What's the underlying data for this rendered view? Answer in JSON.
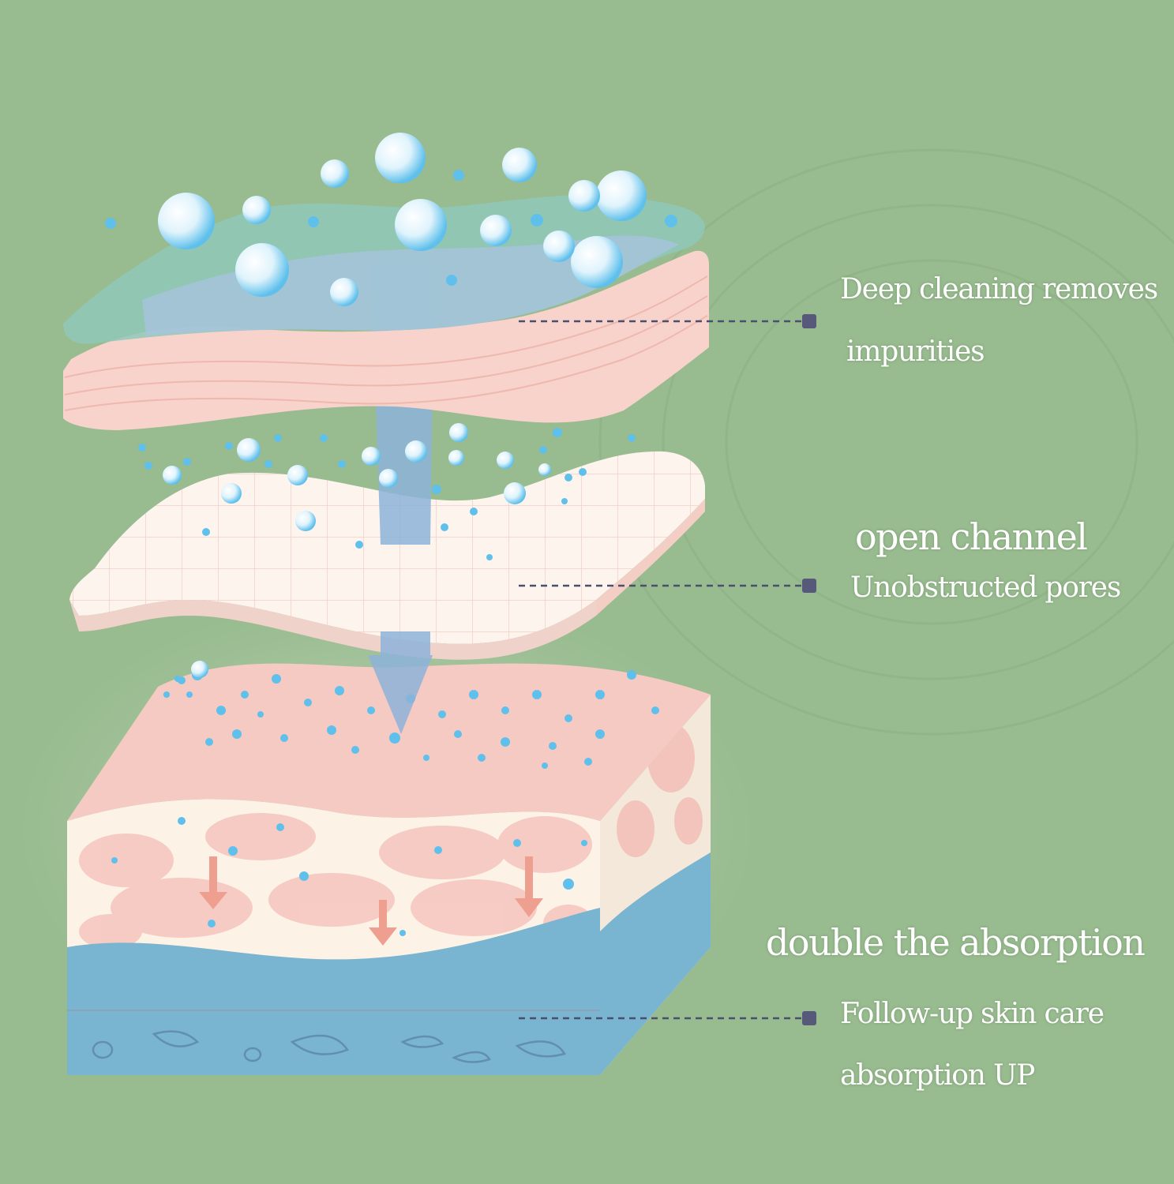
{
  "colors": {
    "background": "#98bb8f",
    "film": "#8fc8ba",
    "pink": "#f5c9c2",
    "cream": "#fdf2e6",
    "blue_layer": "#79b4d0",
    "bubble": "#5fc0ec",
    "arrow": "#8db3d9",
    "leader": "#4a4f6e"
  },
  "annotations": [
    {
      "id": "cleaning",
      "lines": [
        "Deep cleaning removes",
        "impurities"
      ]
    },
    {
      "id": "channel",
      "lines": [
        "open channel",
        "Unobstructed pores"
      ]
    },
    {
      "id": "absorption",
      "lines": [
        "double the absorption",
        "Follow-up skin care",
        "absorption UP"
      ]
    }
  ]
}
